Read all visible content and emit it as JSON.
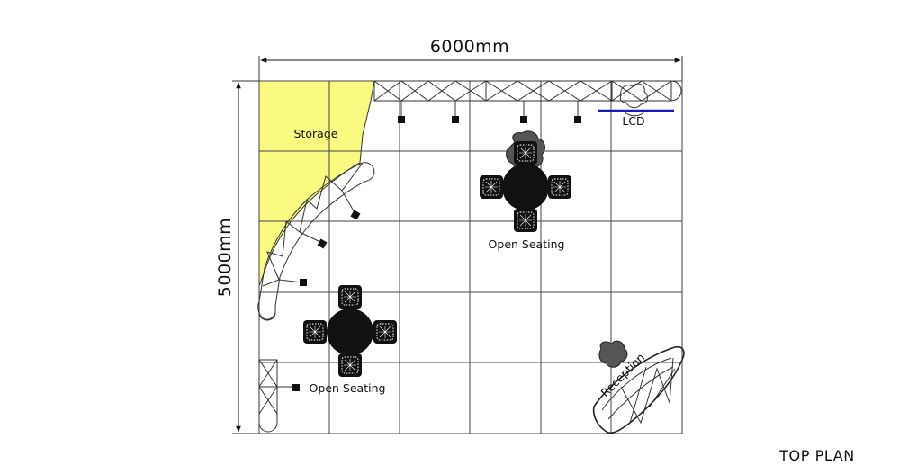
{
  "dimensions": {
    "width": "6000mm",
    "depth": "5000mm"
  },
  "labels": {
    "storage": "Storage",
    "open_seating_upper": "Open Seating",
    "open_seating_lower": "Open Seating",
    "lcd": "LCD",
    "reception": "Reception"
  },
  "plan_title": "TOP PLAN",
  "colors": {
    "storage_fill": "#fafa82",
    "lcd_bar": "#1a1ab4",
    "line": "#222222",
    "furniture": "#111111",
    "plant": "#666666"
  },
  "icons": [
    "table-chair-set",
    "spotlight",
    "plant",
    "lcd-screen",
    "truss",
    "reception-counter"
  ]
}
